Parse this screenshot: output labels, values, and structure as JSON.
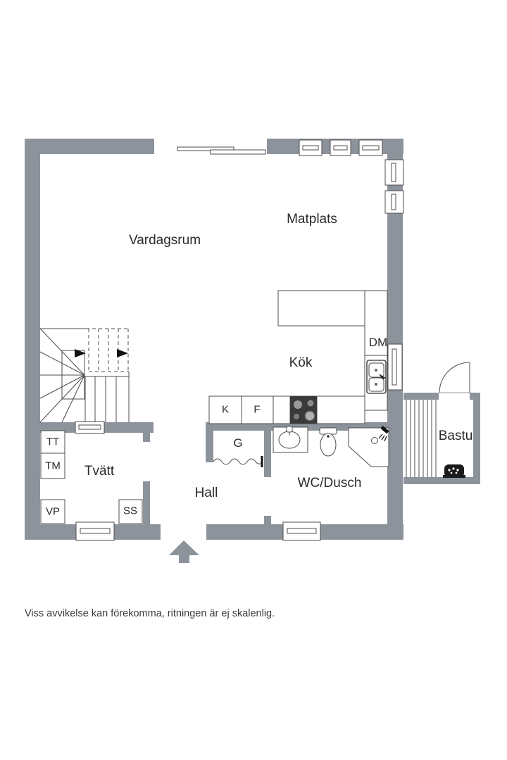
{
  "rooms": {
    "vardagsrum": "Vardagsrum",
    "matplats": "Matplats",
    "kok": "Kök",
    "hall": "Hall",
    "tvatt": "Tvätt",
    "wc_dusch": "WC/Dusch",
    "bastu": "Bastu"
  },
  "appliances": {
    "dm": "DM",
    "k": "K",
    "f": "F",
    "g": "G",
    "tt": "TT",
    "tm": "TM",
    "vp": "VP",
    "ss": "SS"
  },
  "footer": {
    "disclaimer": "Viss avvikelse kan förekomma, ritningen är ej skalenlig."
  },
  "colors": {
    "wall": "#8d939b",
    "outline": "#4c4c4c",
    "text": "#2b2b2b",
    "stove": "#3a3a3a"
  }
}
